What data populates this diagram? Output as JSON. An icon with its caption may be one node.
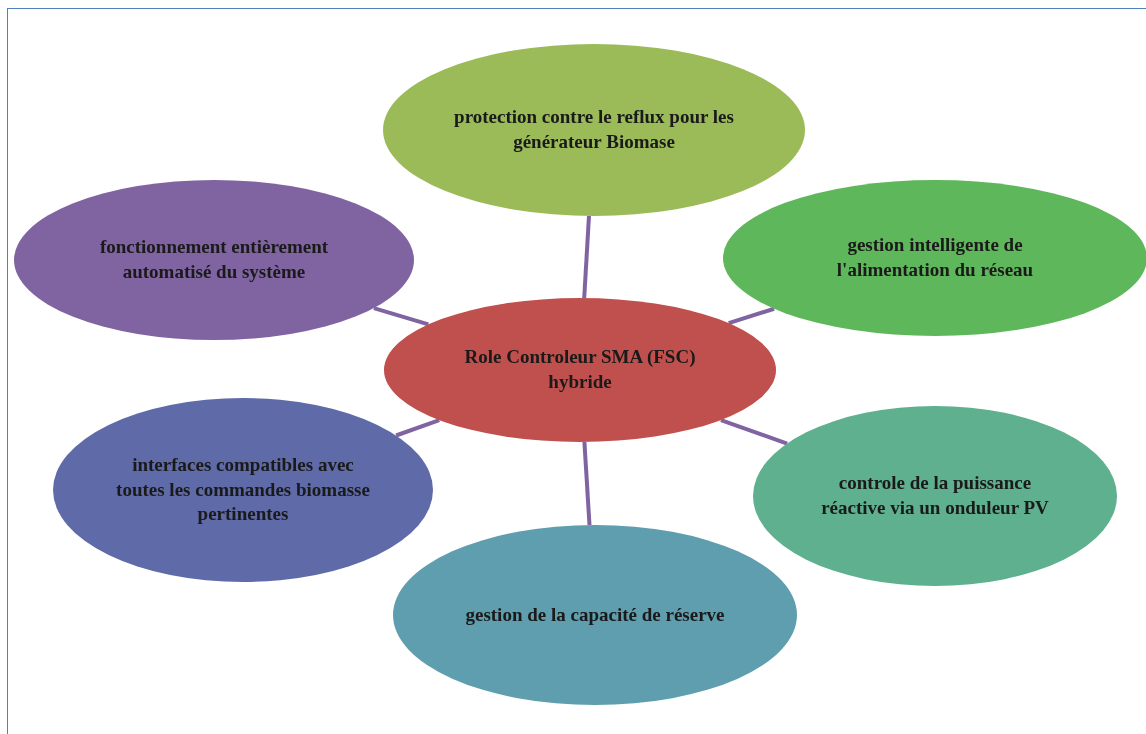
{
  "diagram": {
    "nodes": [
      {
        "text": [
          "protection contre le reflux pour les générateur Biomase"
        ]
      },
      {
        "text": [
          "fonctionnement entièrement automatisé du système"
        ]
      },
      {
        "text": [
          "gestion intelligente de l'alimentation du réseau"
        ]
      },
      {
        "text": [
          "Role Controleur SMA (FSC) hybride"
        ]
      },
      {
        "text": [
          "interfaces compatibles avec toutes les commandes biomasse pertinentes"
        ]
      },
      {
        "text": [
          "controle de la puissance réactive via un onduleur PV"
        ]
      },
      {
        "text": [
          "gestion de la capacité de réserve"
        ]
      }
    ],
    "edges": [
      {
        "from": 3,
        "to": 0,
        "arrow": "none"
      },
      {
        "from": 3,
        "to": 1,
        "arrow": "none"
      },
      {
        "from": 3,
        "to": 2,
        "arrow": "none"
      },
      {
        "from": 3,
        "to": 4,
        "arrow": "none"
      },
      {
        "from": 3,
        "to": 5,
        "arrow": "none"
      },
      {
        "from": 3,
        "to": 6,
        "arrow": "none"
      }
    ]
  }
}
